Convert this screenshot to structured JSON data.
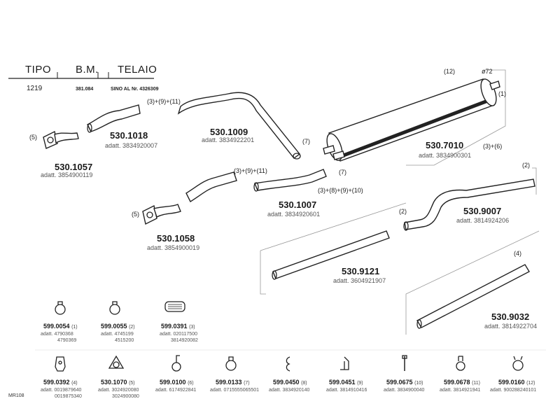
{
  "header": {
    "tipo": "TIPO",
    "bm": "B.M.",
    "telaio": "TELAIO",
    "tipo_value": "1219",
    "bm_value": "381.084",
    "telaio_value": "SINO AL Nr. 4326309"
  },
  "parts": {
    "p1057": {
      "code": "530.1057",
      "adatt": "adatt. 3854900119",
      "note": "(5)"
    },
    "p1018": {
      "code": "530.1018",
      "adatt": "adatt. 3834920007"
    },
    "p1009": {
      "code": "530.1009",
      "adatt": "adatt. 3834922201",
      "note": "(3)+(9)+(11)",
      "note2": "(7)"
    },
    "p7010": {
      "code": "530.7010",
      "adatt": "adatt. 3834900301",
      "note_top": "(12)",
      "note_phi": "ø72",
      "note_1": "(1)",
      "note_36": "(3)+(6)",
      "note_7": "(7)"
    },
    "p1058": {
      "code": "530.1058",
      "adatt": "adatt. 3854900019",
      "note": "(5)"
    },
    "p1007": {
      "code": "530.1007",
      "adatt": "adatt. 3834920601",
      "note": "(3)+(9)+(11)",
      "note2": "(3)+(8)+(9)+(10)"
    },
    "p9007": {
      "code": "530.9007",
      "adatt": "adatt. 3814924206",
      "note_a": "(2)",
      "note_b": "(2)"
    },
    "p9121": {
      "code": "530.9121",
      "adatt": "adatt. 3604921907"
    },
    "p9032": {
      "code": "530.9032",
      "adatt": "adatt. 3814922704",
      "note": "(4)"
    }
  },
  "small_parts_row1": [
    {
      "code": "599.0054",
      "num": "(1)",
      "adatt": "adatt. 4790368",
      "adatt2": "4790369",
      "icon": "clamp-icon"
    },
    {
      "code": "599.0055",
      "num": "(2)",
      "adatt": "adatt. 4745199",
      "adatt2": "4515200",
      "icon": "clamp-icon"
    },
    {
      "code": "599.0391",
      "num": "(3)",
      "adatt": "adatt. 020117500",
      "adatt2": "3814920082",
      "icon": "gasket-icon"
    }
  ],
  "small_parts_row2": [
    {
      "code": "599.0392",
      "num": "(4)",
      "adatt": "adatt. 0019879640",
      "adatt2": "0019875340",
      "icon": "rubber-mount-icon"
    },
    {
      "code": "530.1070",
      "num": "(5)",
      "adatt": "adatt. 3024920080",
      "adatt2": "3024900080",
      "icon": "flange-gasket-icon"
    },
    {
      "code": "599.0100",
      "num": "(6)",
      "adatt": "adatt. 6174922841",
      "adatt2": "",
      "icon": "hanger-icon"
    },
    {
      "code": "599.0133",
      "num": "(7)",
      "adatt": "adatt. 0715555065501",
      "adatt2": "",
      "icon": "clamp-icon"
    },
    {
      "code": "599.0450",
      "num": "(8)",
      "adatt": "adatt. 3834920140",
      "adatt2": "",
      "icon": "hook-icon"
    },
    {
      "code": "599.0451",
      "num": "(9)",
      "adatt": "adatt. 3814910416",
      "adatt2": "",
      "icon": "bracket-icon"
    },
    {
      "code": "599.0675",
      "num": "(10)",
      "adatt": "adatt. 3834900040",
      "adatt2": "",
      "icon": "bolt-icon"
    },
    {
      "code": "599.0678",
      "num": "(11)",
      "adatt": "adatt. 3814921941",
      "adatt2": "",
      "icon": "spring-clip-icon"
    },
    {
      "code": "599.0160",
      "num": "(12)",
      "adatt": "adatt. 900288240101",
      "adatt2": "",
      "icon": "ring-clamp-icon"
    }
  ],
  "footer": {
    "ref": "MR108"
  }
}
